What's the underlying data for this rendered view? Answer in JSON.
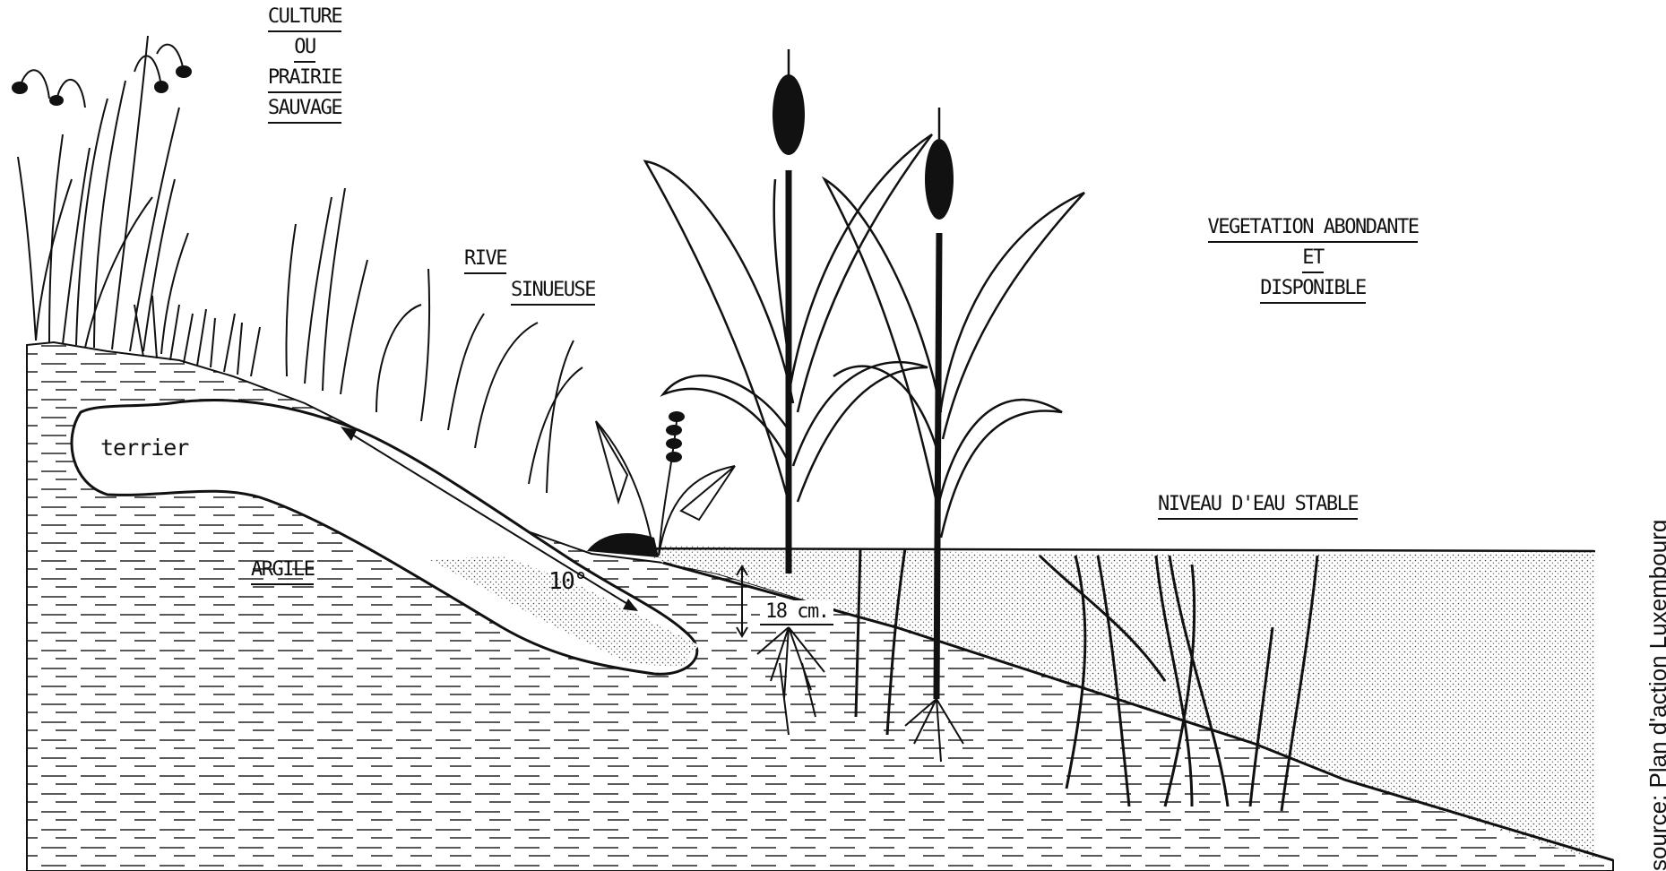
{
  "labels": {
    "culture": [
      "CULTURE",
      "OU",
      "PRAIRIE",
      "SAUVAGE"
    ],
    "rive": [
      "RIVE",
      "SINUEUSE"
    ],
    "vegetation": [
      "VEGETATION ABONDANTE",
      "ET",
      "DISPONIBLE"
    ],
    "niveau": "NIVEAU D'EAU STABLE",
    "terrier": "terrier",
    "argile": "ARGILE",
    "angle": "10°",
    "depth": "18 cm."
  },
  "source": "source: Plan d'action Luxembourg"
}
